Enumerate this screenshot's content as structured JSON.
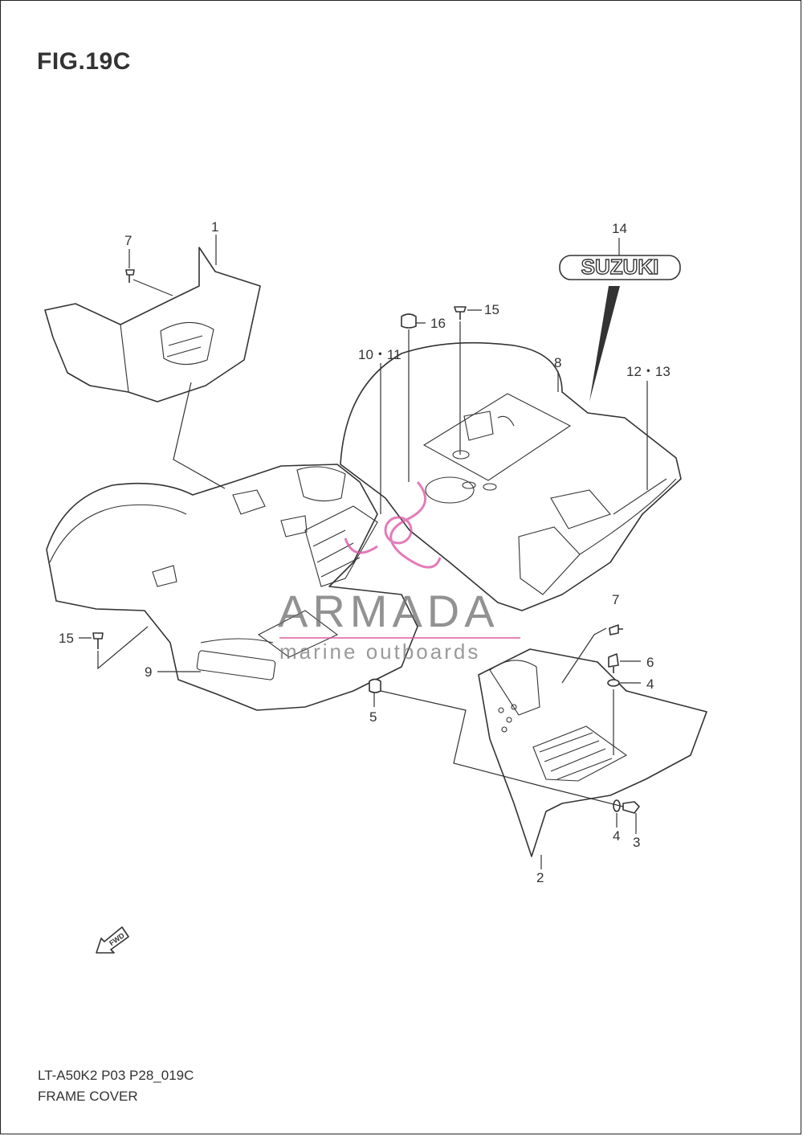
{
  "figure": {
    "title": "FIG.19C"
  },
  "callouts": [
    {
      "id": "c1",
      "text": "1"
    },
    {
      "id": "c2",
      "text": "2"
    },
    {
      "id": "c3",
      "text": "3"
    },
    {
      "id": "c4a",
      "text": "4"
    },
    {
      "id": "c4b",
      "text": "4"
    },
    {
      "id": "c5",
      "text": "5"
    },
    {
      "id": "c6",
      "text": "6"
    },
    {
      "id": "c7a",
      "text": "7"
    },
    {
      "id": "c7b",
      "text": "7"
    },
    {
      "id": "c8",
      "text": "8"
    },
    {
      "id": "c9",
      "text": "9"
    },
    {
      "id": "c10",
      "text": "10・11"
    },
    {
      "id": "c12",
      "text": "12・13"
    },
    {
      "id": "c14",
      "text": "14"
    },
    {
      "id": "c15a",
      "text": "15"
    },
    {
      "id": "c15b",
      "text": "15"
    },
    {
      "id": "c16",
      "text": "16"
    }
  ],
  "emblem": {
    "text": "SUZUKI"
  },
  "fwd": {
    "text": "FWD"
  },
  "watermark": {
    "brand": "ARMADA",
    "tagline": "marine outboards"
  },
  "footer": {
    "code": "LT-A50K2 P03 P28_019C",
    "caption": "FRAME COVER"
  },
  "colors": {
    "line": "#333333",
    "watermark_accent": "#dc50a0"
  }
}
